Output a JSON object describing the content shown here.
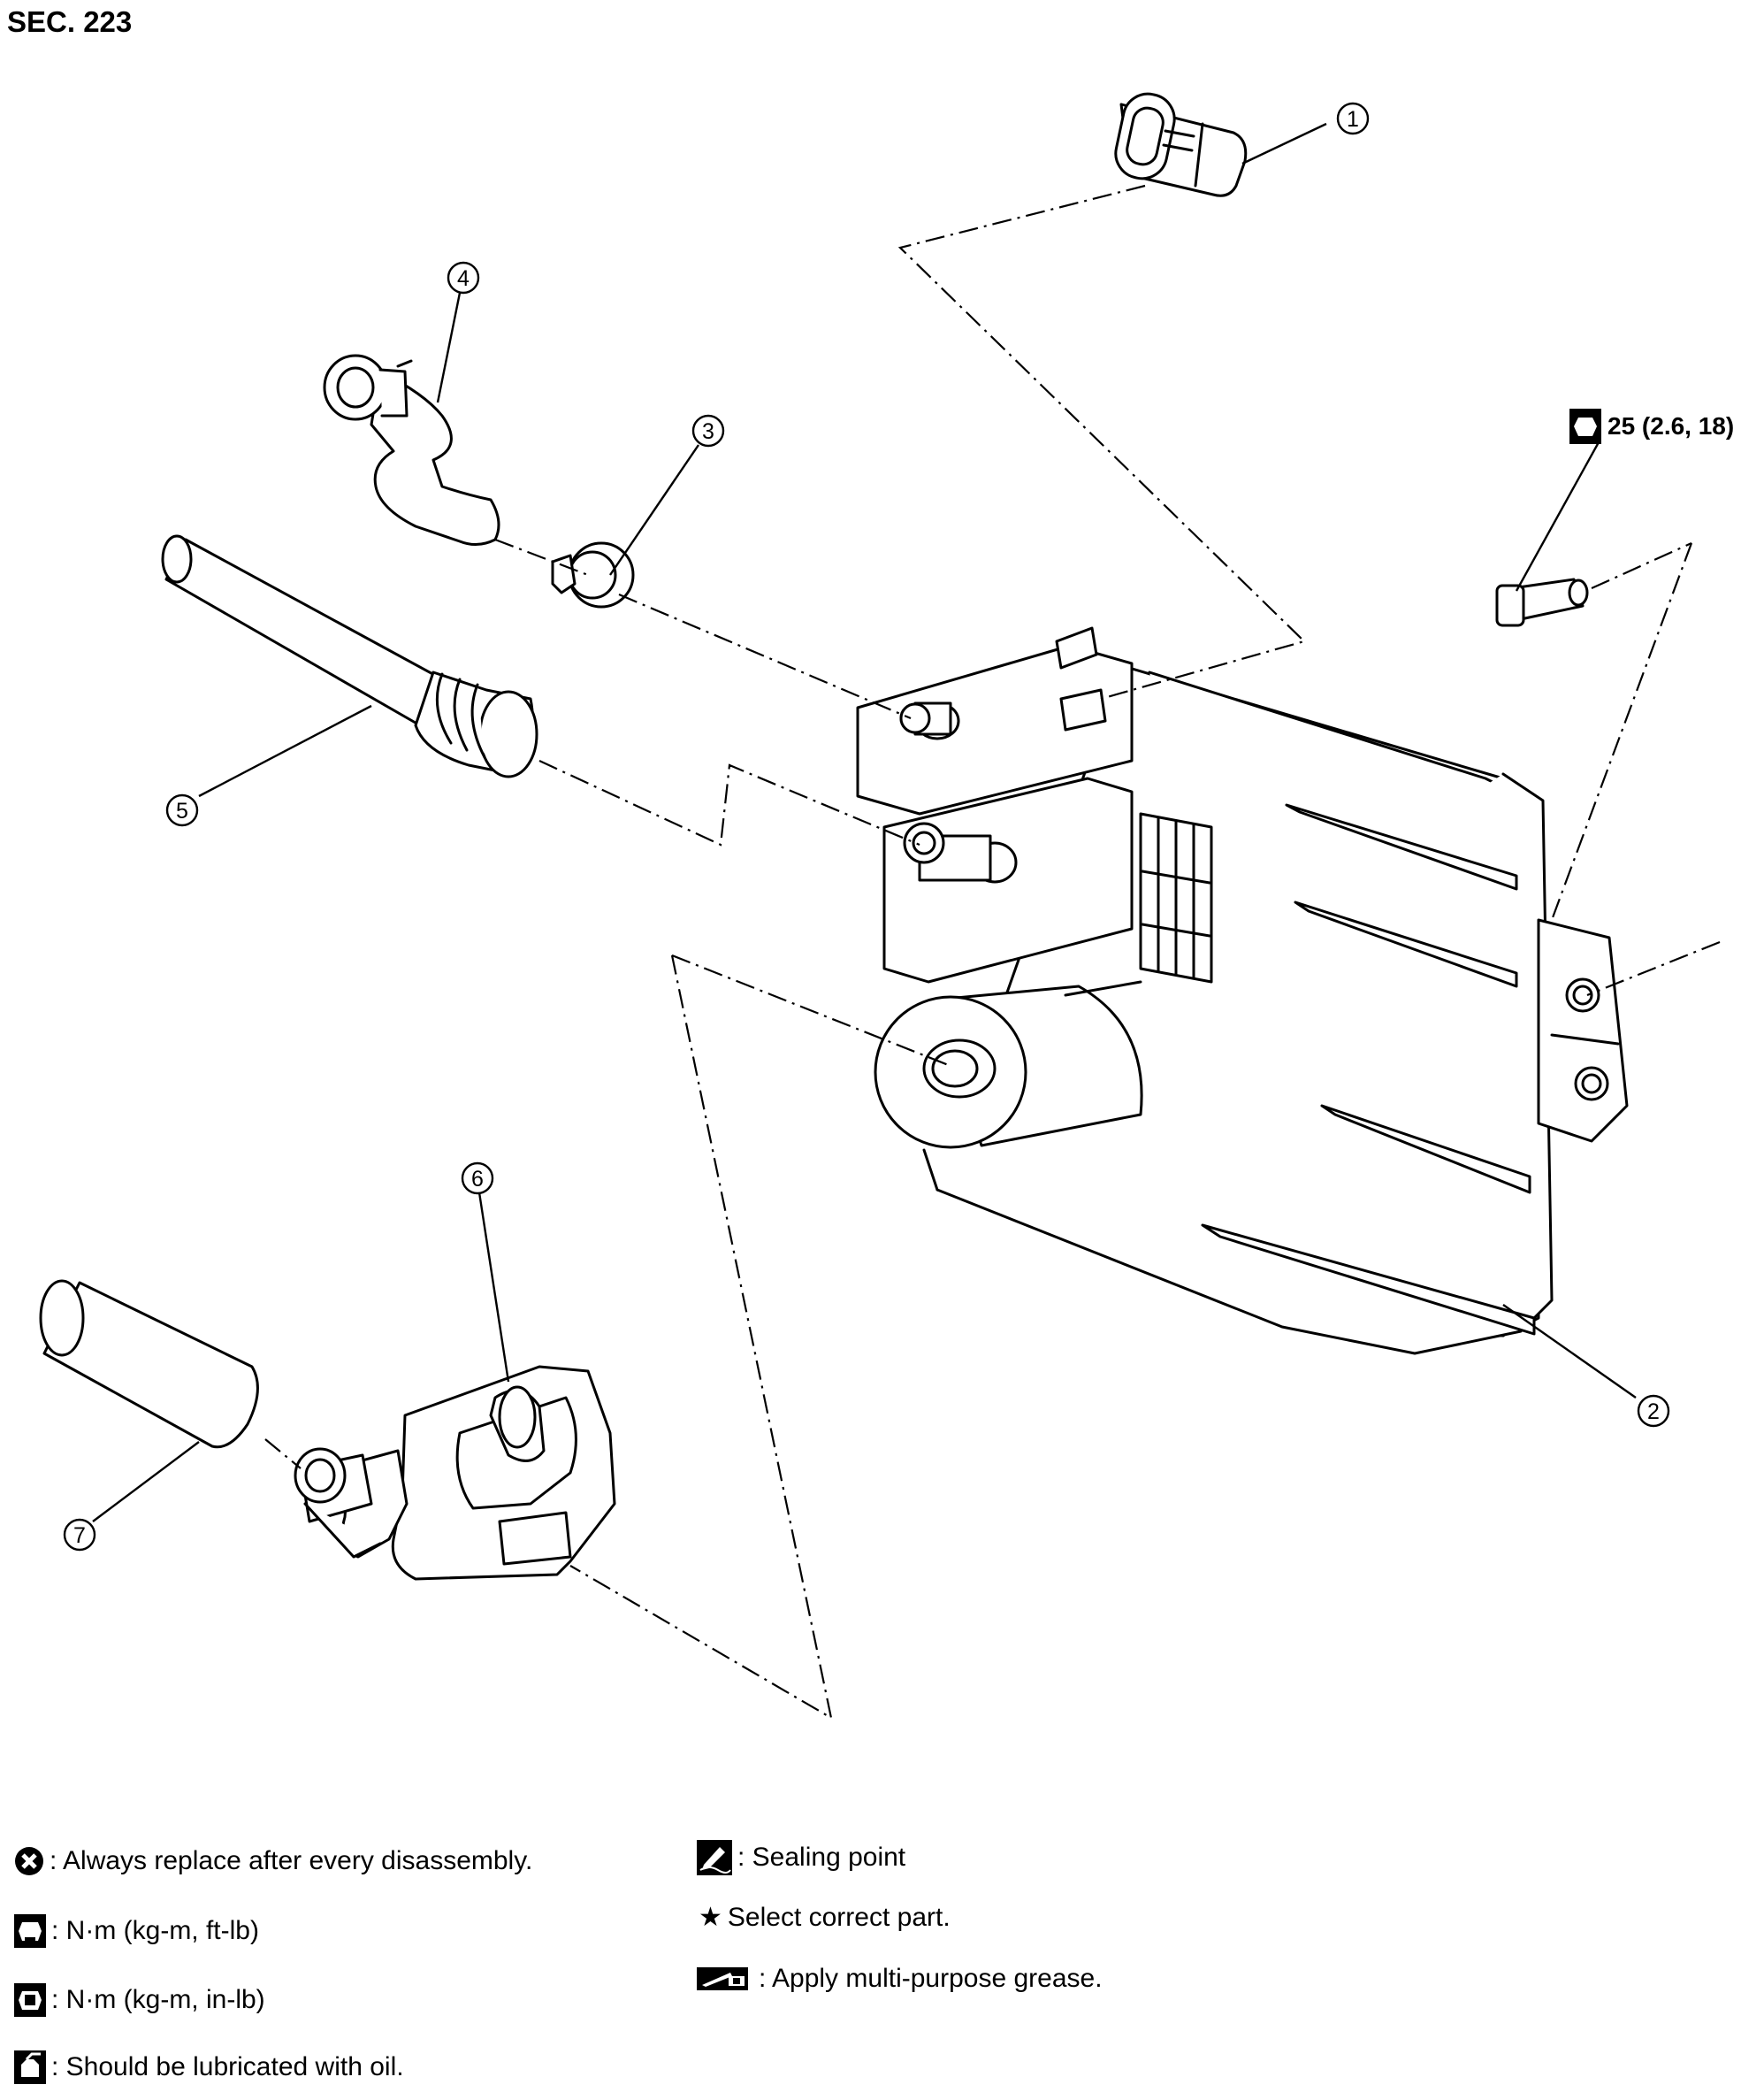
{
  "section": {
    "title": "SEC. 223"
  },
  "callouts": [
    {
      "number": "1",
      "part": "connector"
    },
    {
      "number": "2",
      "part": "canister"
    },
    {
      "number": "3",
      "part": "clamp"
    },
    {
      "number": "4",
      "part": "hose"
    },
    {
      "number": "5",
      "part": "tube"
    },
    {
      "number": "6",
      "part": "valve"
    },
    {
      "number": "7",
      "part": "hose"
    }
  ],
  "torque": {
    "value": "25 (2.6, 18)",
    "icon": "torque-wrench-icon"
  },
  "legend": {
    "left": [
      {
        "icon": "always-replace-icon",
        "text": ": Always replace after every disassembly."
      },
      {
        "icon": "torque-ft-lb-icon",
        "text": ": N·m (kg-m, ft-lb)"
      },
      {
        "icon": "torque-in-lb-icon",
        "text": ": N·m (kg-m, in-lb)"
      },
      {
        "icon": "oil-can-icon",
        "text": ": Should be lubricated with oil."
      }
    ],
    "right": [
      {
        "icon": "sealing-point-icon",
        "text": ": Sealing point"
      },
      {
        "icon": "star-icon",
        "text": "Select correct part."
      },
      {
        "icon": "grease-icon",
        "text": ": Apply multi-purpose grease."
      }
    ]
  }
}
